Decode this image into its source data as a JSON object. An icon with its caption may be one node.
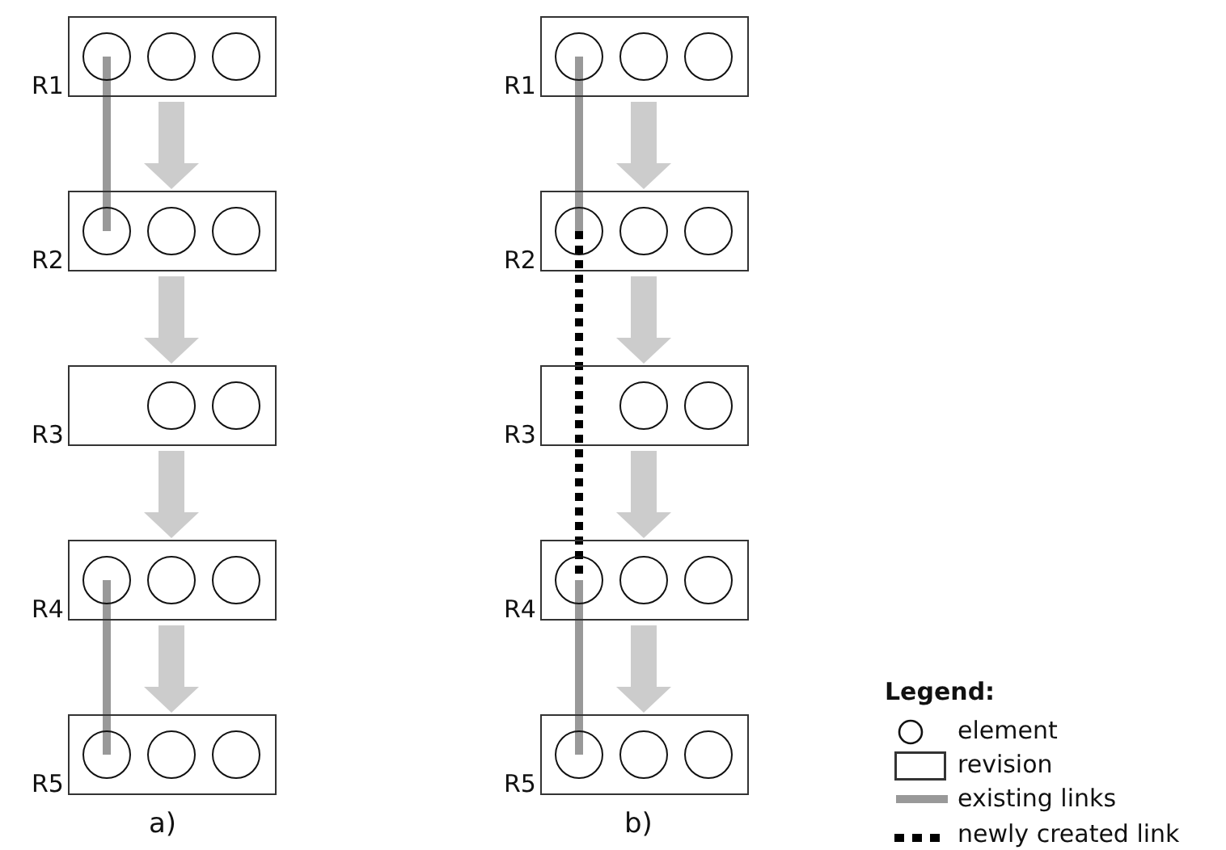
{
  "diagram": {
    "nodes": [
      {
        "text": [],
        "shape": "box",
        "beside": [
          "R1"
        ]
      },
      {
        "text": [],
        "shape": "circle",
        "in": 0
      },
      {
        "text": [],
        "shape": "circle",
        "in": 0
      },
      {
        "text": [],
        "shape": "circle",
        "in": 0
      },
      {
        "text": [],
        "shape": "box",
        "beside": [
          "R2"
        ]
      },
      {
        "text": [],
        "shape": "circle",
        "in": 4
      },
      {
        "text": [],
        "shape": "circle",
        "in": 4
      },
      {
        "text": [],
        "shape": "circle",
        "in": 4
      },
      {
        "text": [],
        "shape": "box",
        "beside": [
          "R3"
        ]
      },
      {
        "text": [],
        "shape": "circle",
        "in": 8
      },
      {
        "text": [],
        "shape": "circle",
        "in": 8
      },
      {
        "text": [],
        "shape": "box",
        "beside": [
          "R4"
        ]
      },
      {
        "text": [],
        "shape": "circle",
        "in": 11
      },
      {
        "text": [],
        "shape": "circle",
        "in": 11
      },
      {
        "text": [],
        "shape": "circle",
        "in": 11
      },
      {
        "text": [],
        "shape": "box",
        "beside": [
          "R5"
        ]
      },
      {
        "text": [],
        "shape": "circle",
        "in": 15
      },
      {
        "text": [],
        "shape": "circle",
        "in": 15
      },
      {
        "text": [],
        "shape": "circle",
        "in": 15
      },
      {
        "text": [],
        "shape": "box",
        "beside": [
          "R1"
        ]
      },
      {
        "text": [],
        "shape": "circle",
        "in": 19
      },
      {
        "text": [],
        "shape": "circle",
        "in": 19
      },
      {
        "text": [],
        "shape": "circle",
        "in": 19
      },
      {
        "text": [],
        "shape": "box",
        "beside": [
          "R2"
        ]
      },
      {
        "text": [],
        "shape": "circle",
        "in": 23
      },
      {
        "text": [],
        "shape": "circle",
        "in": 23
      },
      {
        "text": [],
        "shape": "circle",
        "in": 23
      },
      {
        "text": [],
        "shape": "box",
        "beside": [
          "R3"
        ]
      },
      {
        "text": [],
        "shape": "circle",
        "in": 27
      },
      {
        "text": [],
        "shape": "circle",
        "in": 27
      },
      {
        "text": [],
        "shape": "box",
        "beside": [
          "R4"
        ]
      },
      {
        "text": [],
        "shape": "circle",
        "in": 30
      },
      {
        "text": [],
        "shape": "circle",
        "in": 30
      },
      {
        "text": [],
        "shape": "circle",
        "in": 30
      },
      {
        "text": [],
        "shape": "box",
        "beside": [
          "R5"
        ]
      },
      {
        "text": [],
        "shape": "circle",
        "in": 34
      },
      {
        "text": [],
        "shape": "circle",
        "in": 34
      },
      {
        "text": [],
        "shape": "circle",
        "in": 34
      }
    ],
    "edges": [
      {
        "from": 0,
        "to": 4,
        "arrow": "to",
        "color": "#cccccc"
      },
      {
        "from": 4,
        "to": 8,
        "arrow": "to",
        "color": "#cccccc"
      },
      {
        "from": 8,
        "to": 11,
        "arrow": "to",
        "color": "#cccccc"
      },
      {
        "from": 11,
        "to": 15,
        "arrow": "to",
        "color": "#cccccc"
      },
      {
        "from": 1,
        "to": 5,
        "arrow": "none",
        "color": "#999999"
      },
      {
        "from": 12,
        "to": 16,
        "arrow": "none",
        "color": "#999999"
      },
      {
        "from": 19,
        "to": 23,
        "arrow": "to",
        "color": "#cccccc"
      },
      {
        "from": 23,
        "to": 27,
        "arrow": "to",
        "color": "#cccccc"
      },
      {
        "from": 27,
        "to": 30,
        "arrow": "to",
        "color": "#cccccc"
      },
      {
        "from": 30,
        "to": 34,
        "arrow": "to",
        "color": "#cccccc"
      },
      {
        "from": 20,
        "to": 24,
        "arrow": "none",
        "color": "#999999"
      },
      {
        "from": 24,
        "to": 31,
        "arrow": "none",
        "style": "dashed",
        "color": "#000000"
      },
      {
        "from": 31,
        "to": 35,
        "arrow": "none",
        "color": "#999999"
      }
    ],
    "labels": [
      "a)",
      "b)",
      "Legend:"
    ],
    "legend": [
      {
        "text": "element"
      },
      {
        "text": "revision"
      },
      {
        "text": "existing links"
      },
      {
        "text": "newly created link"
      }
    ]
  }
}
